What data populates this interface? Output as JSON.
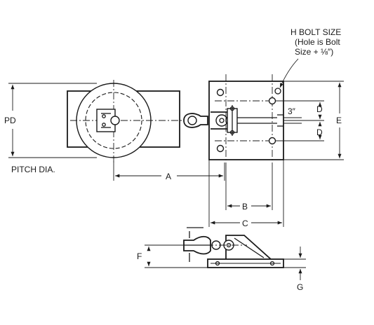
{
  "labels": {
    "pd": "PD",
    "pitch_dia": "PITCH DIA.",
    "a": "A",
    "b": "B",
    "c": "C",
    "d_upper": "D",
    "d_lower": "D",
    "e": "E",
    "f": "F",
    "g": "G",
    "three_inch": "3″",
    "h_bolt_line1": "H BOLT SIZE",
    "h_bolt_line2": "(Hole is Bolt",
    "h_bolt_line3": "Size + ⅛″)"
  }
}
